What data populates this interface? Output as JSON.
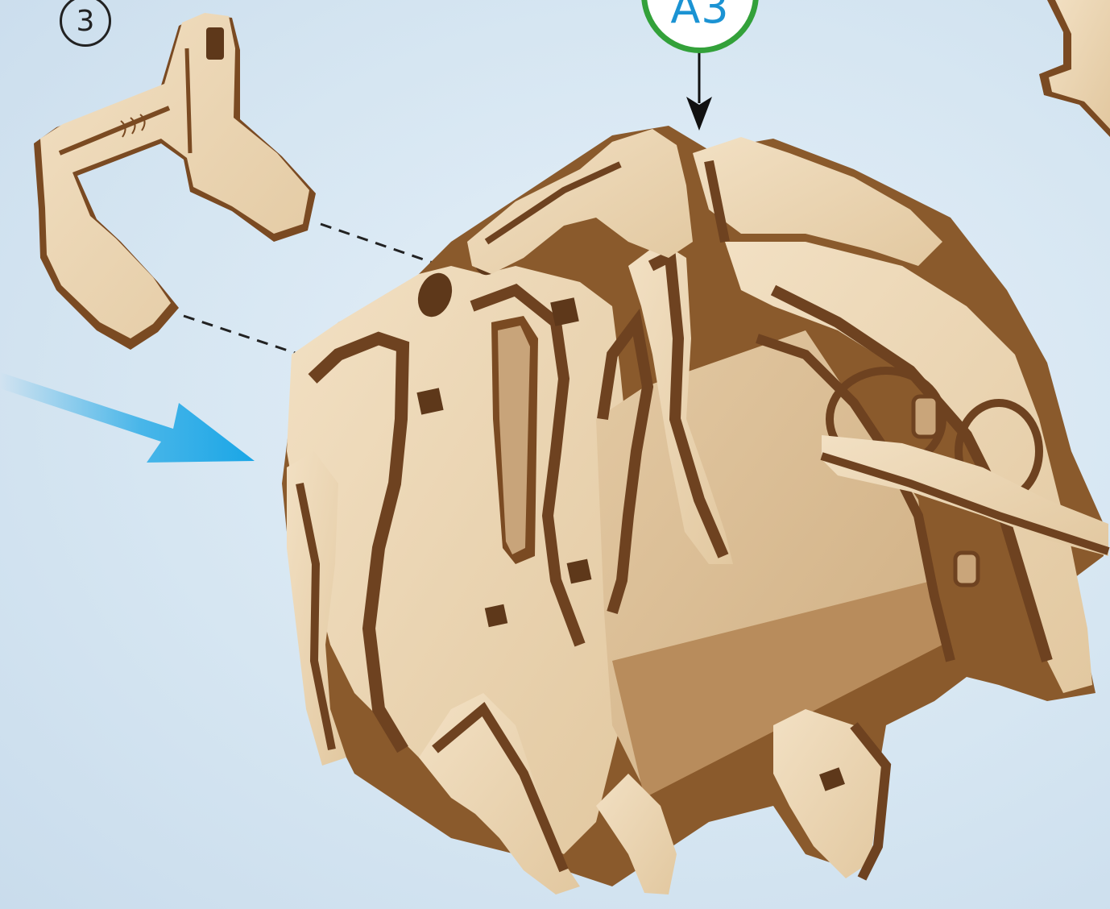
{
  "step": {
    "number": "3"
  },
  "part_badge": {
    "label": "A3"
  },
  "colors": {
    "background": "#d6e6f2",
    "wood_face": "#ecd8b8",
    "wood_edge": "#7a4a22",
    "badge_ring": "#33a13a",
    "badge_text": "#1b93d3",
    "direction_arrow": "#1aa6e6"
  },
  "icons": [
    "part-badge",
    "insert-arrow",
    "direction-arrow",
    "guide-lines"
  ]
}
